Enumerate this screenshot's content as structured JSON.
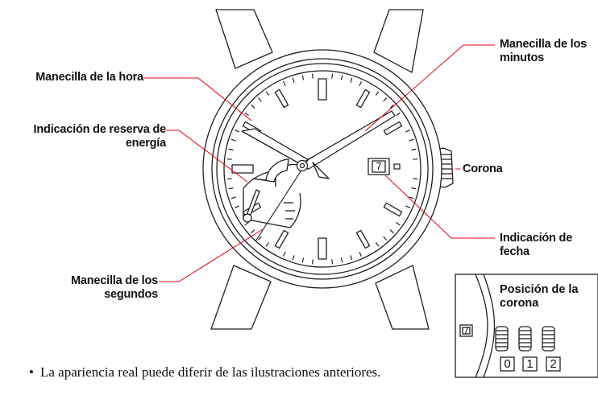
{
  "labels": {
    "hour_hand": "Manecilla de la hora",
    "power_reserve": "Indicación de reserva de energía",
    "second_hand": "Manecilla de los segundos",
    "minute_hand": "Manecilla de los minutos",
    "crown": "Corona",
    "date": "Indicación de fecha"
  },
  "dial": {
    "date_value": "7"
  },
  "inset": {
    "title": "Posición de la corona",
    "date_value": "7",
    "positions": [
      "0",
      "1",
      "2"
    ]
  },
  "note": "La apariencia real puede diferir de las ilustraciones anteriores.",
  "colors": {
    "leader": "#e60012",
    "line": "#231f20"
  }
}
